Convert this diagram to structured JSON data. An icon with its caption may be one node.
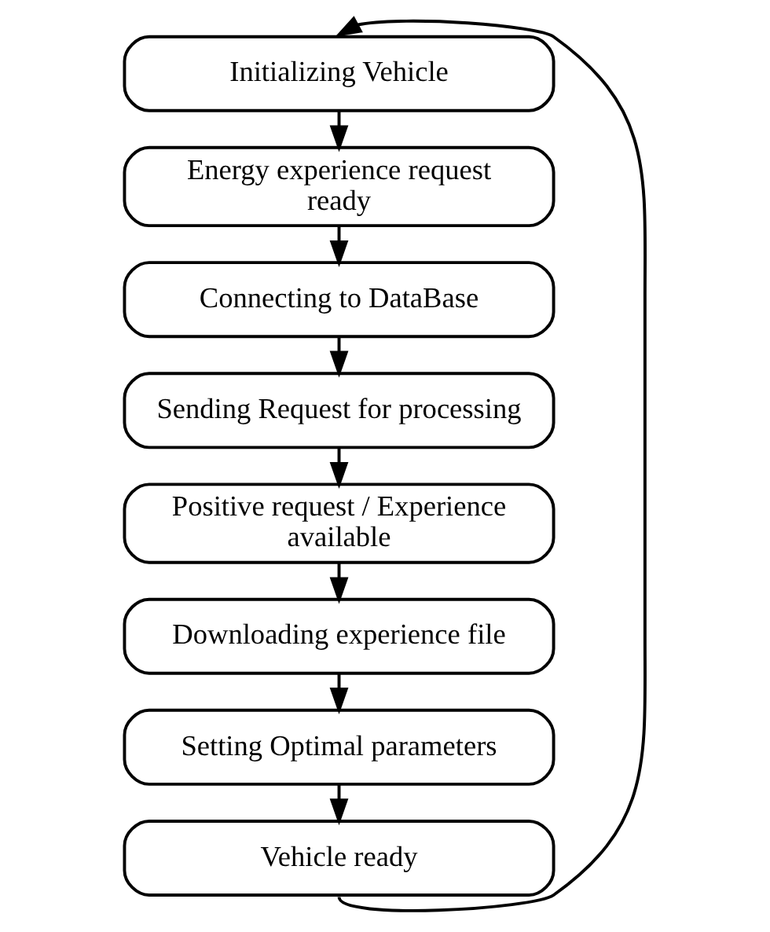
{
  "diagram": {
    "nodes": [
      {
        "text": [
          "Initializing Vehicle"
        ]
      },
      {
        "text": [
          "Energy experience request ready"
        ]
      },
      {
        "text": [
          "Connecting to DataBase"
        ]
      },
      {
        "text": [
          "Sending Request for processing"
        ]
      },
      {
        "text": [
          "Positive request / Experience available"
        ]
      },
      {
        "text": [
          "Downloading experience file"
        ]
      },
      {
        "text": [
          "Setting Optimal parameters"
        ]
      },
      {
        "text": [
          "Vehicle ready"
        ]
      }
    ],
    "edges": [
      {
        "from": 0,
        "to": 1,
        "arrow": "to"
      },
      {
        "from": 1,
        "to": 2,
        "arrow": "to"
      },
      {
        "from": 2,
        "to": 3,
        "arrow": "to"
      },
      {
        "from": 3,
        "to": 4,
        "arrow": "to"
      },
      {
        "from": 4,
        "to": 5,
        "arrow": "to"
      },
      {
        "from": 5,
        "to": 6,
        "arrow": "to"
      },
      {
        "from": 6,
        "to": 7,
        "arrow": "to"
      },
      {
        "from": 7,
        "to": 0,
        "arrow": "to"
      }
    ]
  }
}
